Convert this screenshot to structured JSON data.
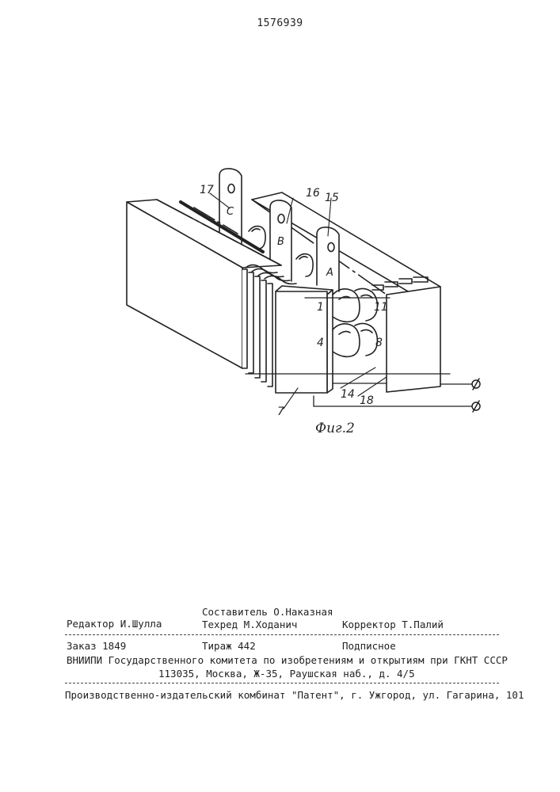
{
  "header": {
    "patent_number": "1576939"
  },
  "figure": {
    "caption": "Фиг.2",
    "tabs": [
      "C",
      "B",
      "A"
    ],
    "labels": [
      "17",
      "16",
      "15",
      "1",
      "11",
      "4",
      "8",
      "14",
      "18",
      "7"
    ]
  },
  "imprint": {
    "editor": "Редактор И.Шулла",
    "compiler": "Составитель О.Наказная",
    "techred": "Техред М.Ходанич",
    "corrector": "Корректор Т.Палий",
    "order": "Заказ 1849",
    "circulation": "Тираж 442",
    "subscription": "Подписное",
    "vniipi": "ВНИИПИ Государственного комитета по изобретениям и открытиям при ГКНТ СССР",
    "address": "113035, Москва, Ж-35, Раушская наб., д. 4/5",
    "publisher": "Производственно-издательский комбинат \"Патент\", г. Ужгород, ул. Гагарина, 101"
  }
}
